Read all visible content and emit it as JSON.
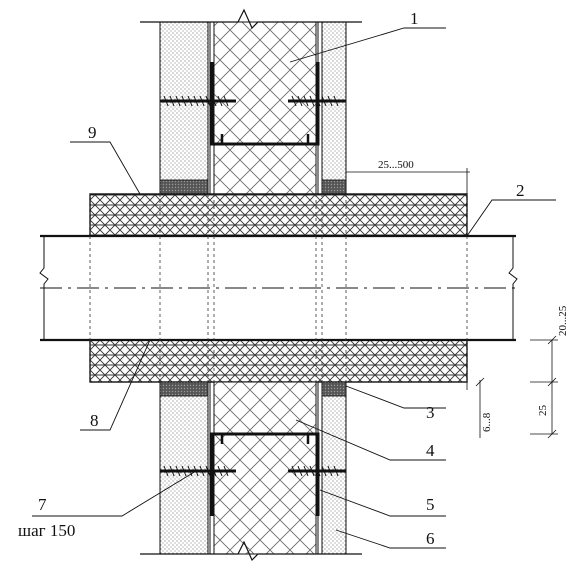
{
  "callouts": {
    "c1": "1",
    "c2": "2",
    "c3": "3",
    "c4": "4",
    "c5": "5",
    "c6": "6",
    "c7": "7",
    "c8": "8",
    "c9": "9"
  },
  "step_note": "шаг 150",
  "dimensions": {
    "overhang": "25...500",
    "gap": "6...8",
    "thickness_small": "20...25",
    "thickness": "25"
  }
}
